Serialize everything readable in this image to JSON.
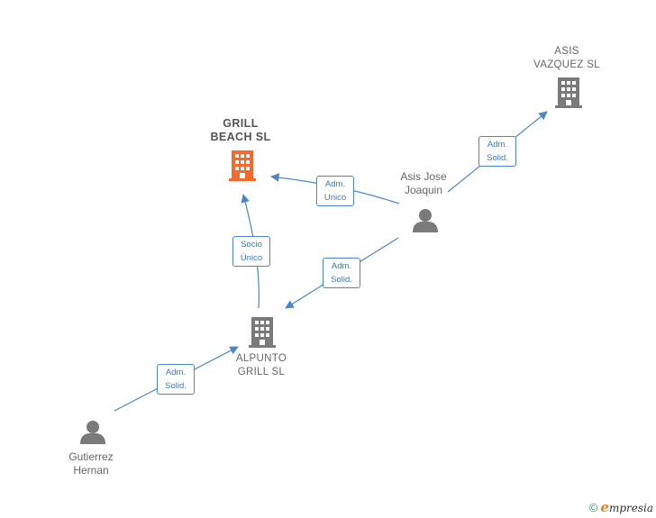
{
  "nodes": {
    "grill_beach": {
      "line1": "GRILL",
      "line2": "BEACH  SL",
      "icon": "building-icon",
      "color": "#f26a30"
    },
    "asis_vazquez": {
      "line1": "ASIS",
      "line2": "VAZQUEZ SL",
      "icon": "building-icon",
      "color": "#7a7a7a"
    },
    "alpunto_grill": {
      "line1": "ALPUNTO",
      "line2": "GRILL  SL",
      "icon": "building-icon",
      "color": "#7a7a7a"
    },
    "asis_jose": {
      "line1": "Asis Jose",
      "line2": "Joaquin",
      "icon": "person-icon",
      "color": "#7a7a7a"
    },
    "gutierrez": {
      "line1": "Gutierrez",
      "line2": "Hernan",
      "icon": "person-icon",
      "color": "#7a7a7a"
    }
  },
  "edges": {
    "asis_to_vazquez": {
      "line1": "Adm.",
      "line2": "Solid."
    },
    "asis_to_grill_beach": {
      "line1": "Adm.",
      "line2": "Unico"
    },
    "asis_to_alpunto": {
      "line1": "Adm.",
      "line2": "Solid."
    },
    "alpunto_to_grill_beach": {
      "line1": "Socio",
      "line2": "Único"
    },
    "gutierrez_to_alpunto": {
      "line1": "Adm.",
      "line2": "Solid."
    }
  },
  "colors": {
    "edge": "#4a86c8",
    "label_text": "#3a78c0"
  },
  "footer": {
    "copyright": "©",
    "brand_initial": "e",
    "brand_rest": "mpresia"
  }
}
